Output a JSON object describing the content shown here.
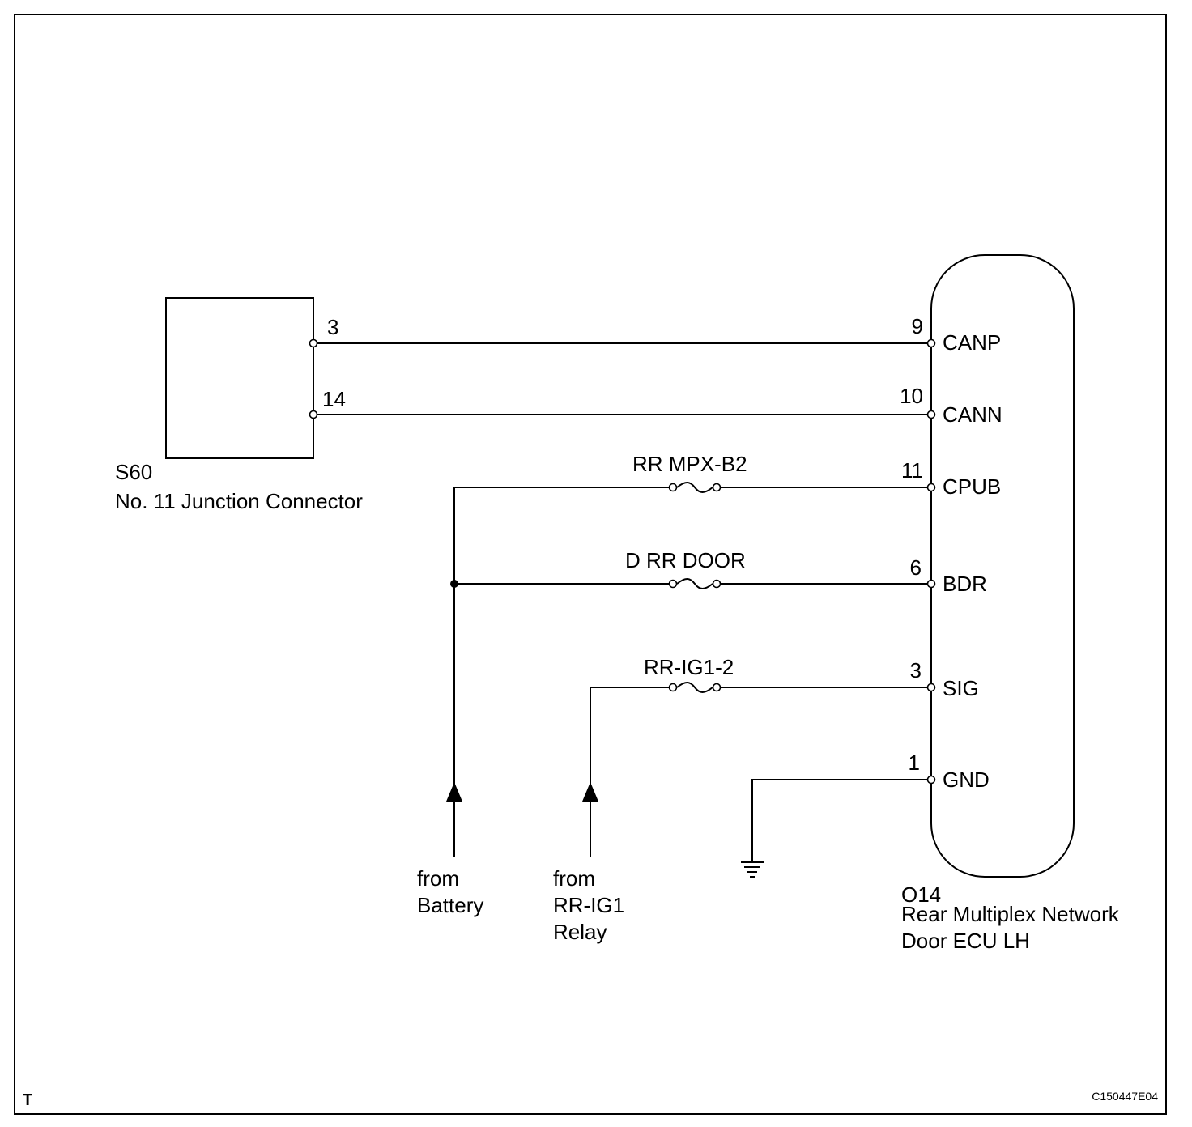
{
  "connector_s60": {
    "code": "S60",
    "name": "No. 11 Junction Connector",
    "pins": [
      "3",
      "14"
    ]
  },
  "ecu_o14": {
    "code": "O14",
    "name_line1": "Rear Multiplex Network",
    "name_line2": "Door ECU LH",
    "pins": [
      {
        "number": "9",
        "signal": "CANP"
      },
      {
        "number": "10",
        "signal": "CANN"
      },
      {
        "number": "11",
        "signal": "CPUB"
      },
      {
        "number": "6",
        "signal": "BDR"
      },
      {
        "number": "3",
        "signal": "SIG"
      },
      {
        "number": "1",
        "signal": "GND"
      }
    ]
  },
  "fuses": [
    "RR MPX-B2",
    "D RR DOOR",
    "RR-IG1-2"
  ],
  "sources": {
    "battery": {
      "line1": "from",
      "line2": "Battery"
    },
    "relay": {
      "line1": "from",
      "line2": "RR-IG1",
      "line3": "Relay"
    }
  },
  "footer": {
    "corner_mark": "T",
    "figure_code": "C150447E04"
  }
}
